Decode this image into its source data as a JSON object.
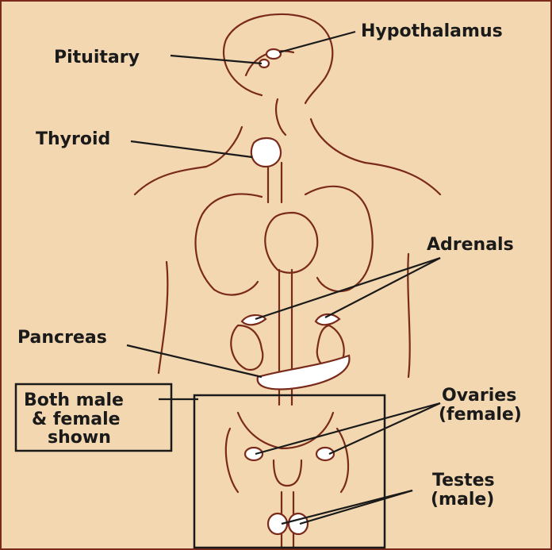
{
  "labels": {
    "hypothalamus": "Hypothalamus",
    "pituitary": "Pituitary",
    "thyroid": "Thyroid",
    "adrenals": "Adrenals",
    "pancreas": "Pancreas",
    "note_line1": "Both male",
    "note_line2": "& female",
    "note_line3": "shown",
    "ovaries_line1": "Ovaries",
    "ovaries_line2": "(female)",
    "testes_line1": "Testes",
    "testes_line2": "(male)"
  },
  "colors": {
    "background": "#f2d7b0",
    "outline": "#7a2a1a",
    "gland_fill": "#ffffff",
    "text": "#1a1a1a"
  }
}
